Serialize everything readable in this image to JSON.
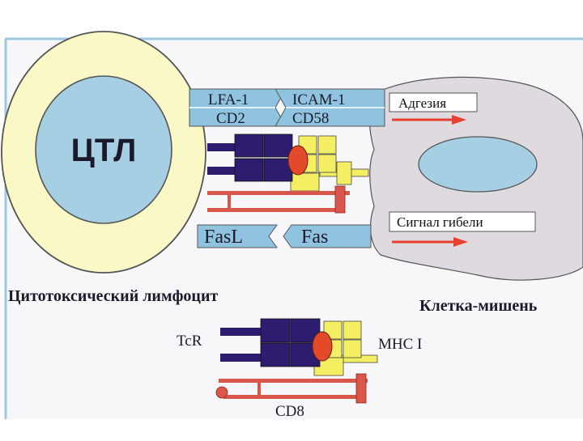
{
  "diagram": {
    "cell_label": "ЦТЛ",
    "lfa1_label": "LFA-1",
    "cd2_label": "CD2",
    "icam1_label": "ICAM-1",
    "cd58_label": "CD58",
    "fasl_label": "FasL",
    "fas_label": "Fas",
    "adhesion_label": "Адгезия",
    "death_signal_label": "Сигнал гибели",
    "lymphocyte_caption": "Цитотоксический лимфоцит",
    "target_caption": "Клетка-мишень",
    "tcr_label": "TcR",
    "mhc_label": "MHC I",
    "cd8_label": "CD8"
  },
  "colors": {
    "frame_bg": "#f7f7f9",
    "cell_outer": "#fbf8c8",
    "nucleus": "#a6cfe4",
    "target_cell": "#dedadf",
    "receptor_blue": "#8fc3e0",
    "tcr_navy": "#2e1c6f",
    "mhc_yellow": "#f4ee62",
    "cd8_red": "#d9574a",
    "arrow_red": "#e8402f",
    "core_red": "#e24a2a"
  }
}
